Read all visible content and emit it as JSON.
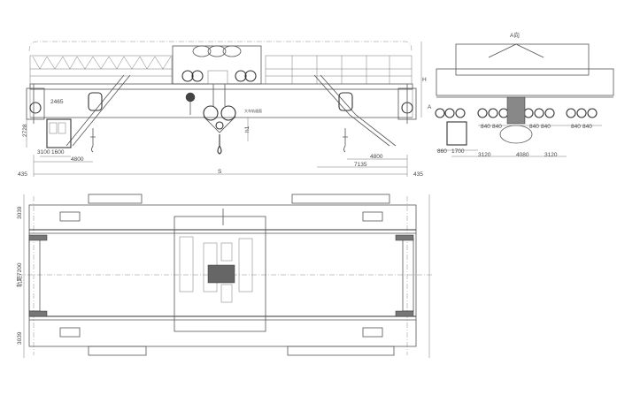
{
  "drawing": {
    "front_view": {
      "dims": {
        "end_left": "435",
        "end_right": "435",
        "span": "S",
        "hook_left": "4800",
        "hook_right": "4800",
        "hook_right_total": "7135",
        "cab_offset": "2465",
        "cab_height": "2728",
        "cab_a": "3100",
        "cab_b": "1600",
        "lift_height": "h1",
        "overall_height": "H",
        "rail_note": "大车轨道面"
      }
    },
    "side_view": {
      "view_label": "A向",
      "section_mark": "A",
      "dims": {
        "d860": "860",
        "d1700": "1700",
        "d3120_left": "3120",
        "d4080": "4080",
        "d3120_right": "3120",
        "wheel_spacing": [
          "840",
          "840",
          "840",
          "840",
          "840",
          "840"
        ]
      }
    },
    "plan_view": {
      "dims": {
        "top": "3039",
        "gauge": "轨距7200",
        "bottom": "3039"
      }
    }
  }
}
